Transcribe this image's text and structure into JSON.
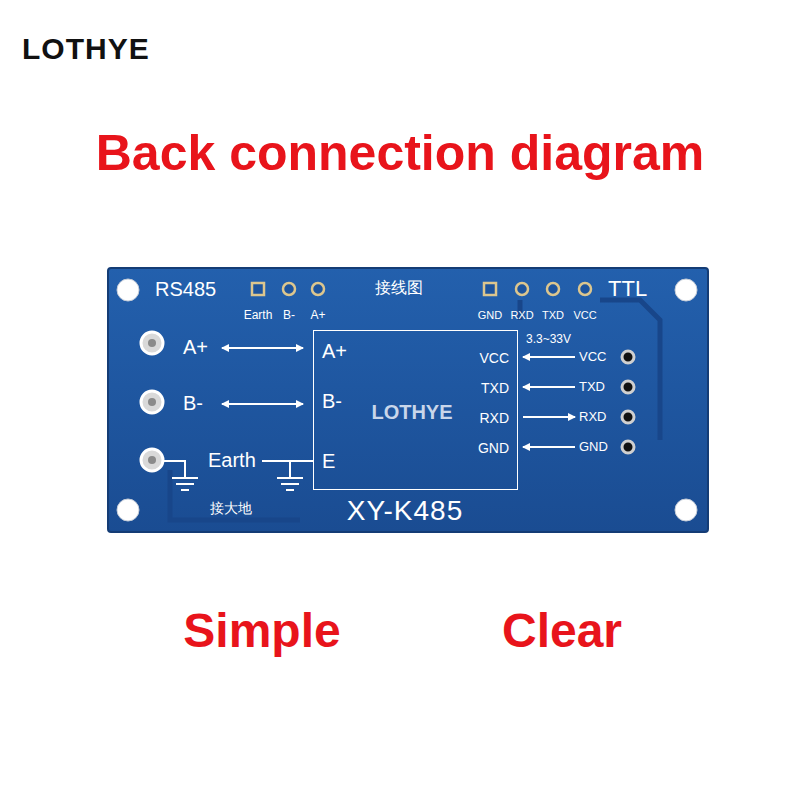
{
  "diagram": {
    "title": "Back connection diagram",
    "nodes": [
      {
        "text": [
          "A+",
          "B-",
          "E",
          "VCC",
          "TXD",
          "RXD",
          "GND"
        ]
      }
    ],
    "labels": [
      "LOTHYE",
      "RS485",
      "Earth",
      "B-",
      "A+",
      "接线图",
      "GND",
      "RXD",
      "TXD",
      "VCC",
      "TTL",
      "3.3~33V",
      "A+",
      "B-",
      "Earth",
      "接大地",
      "VCC",
      "TXD",
      "RXD",
      "GND",
      "LOTHYE",
      "XY-K485",
      "Simple",
      "Clear"
    ]
  }
}
